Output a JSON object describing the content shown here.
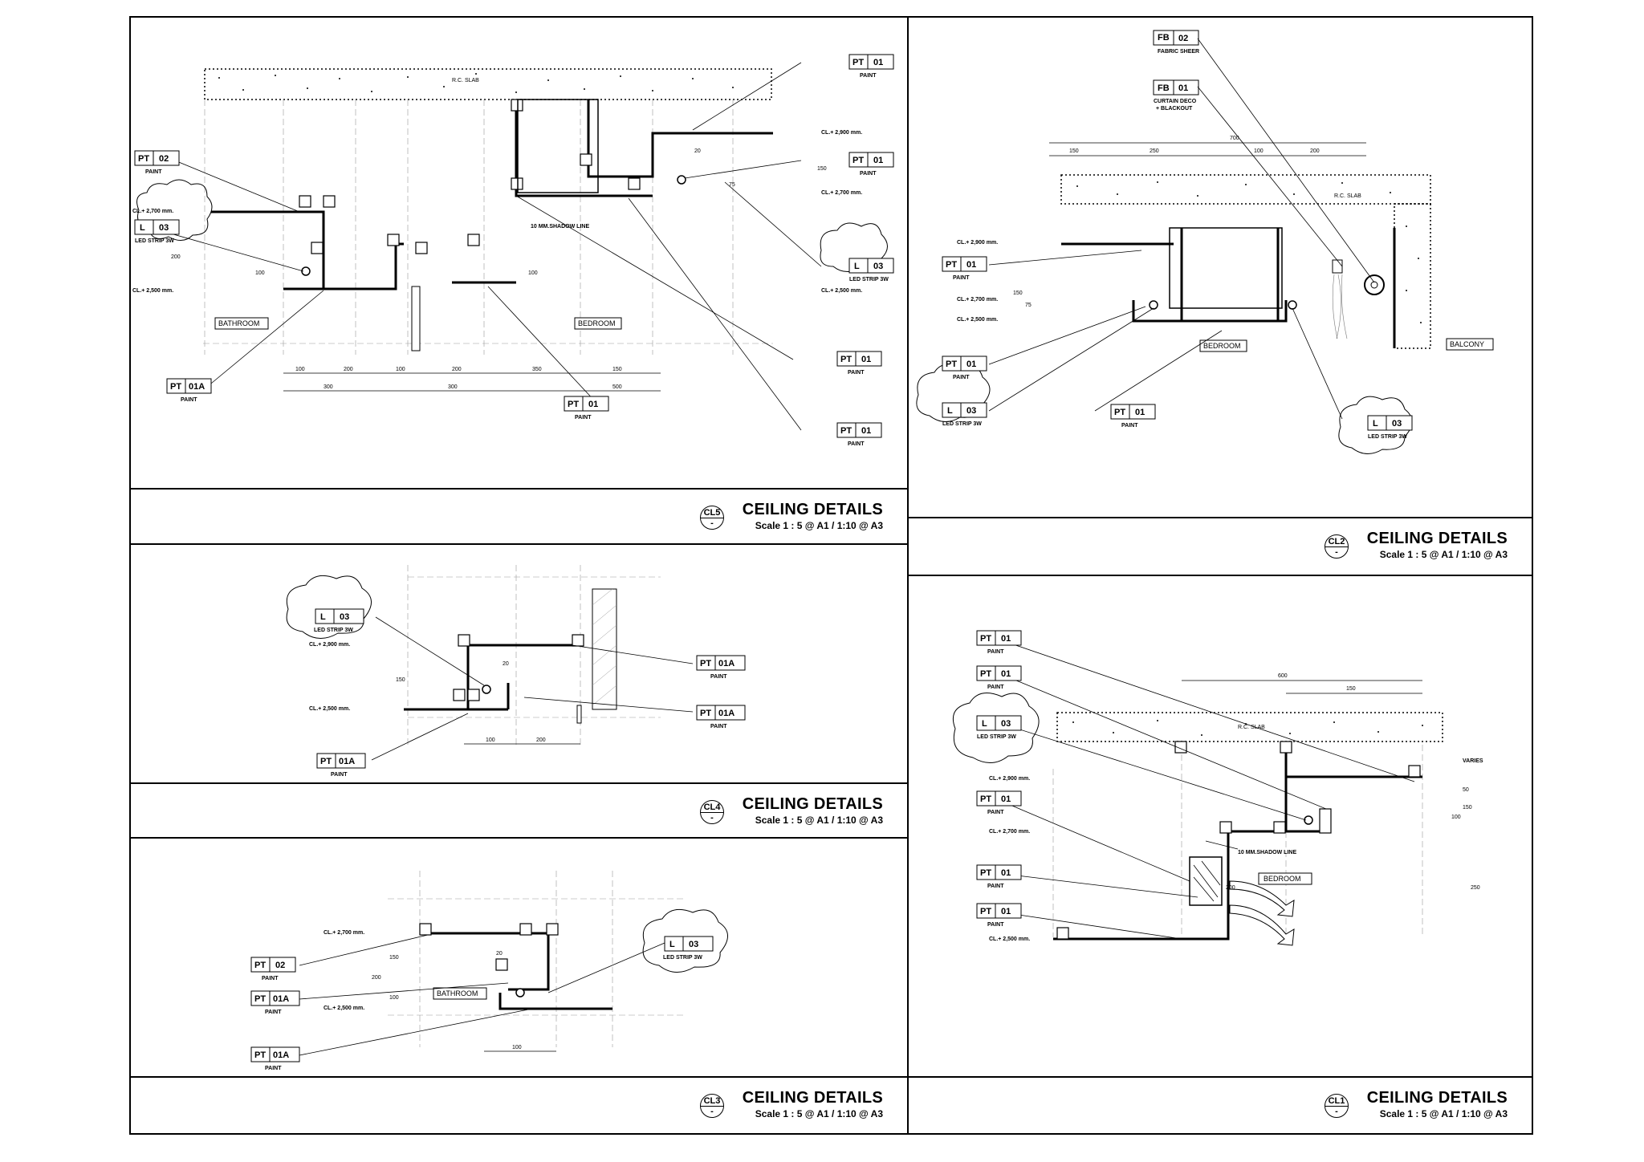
{
  "panels": [
    {
      "id": "cl5",
      "code": "CL5",
      "title": "CEILING DETAILS",
      "scale": "Scale 1 : 5 @ A1 / 1:10 @ A3"
    },
    {
      "id": "cl2",
      "code": "CL2",
      "title": "CEILING DETAILS",
      "scale": "Scale 1 : 5 @ A1 / 1:10 @ A3"
    },
    {
      "id": "cl4",
      "code": "CL4",
      "title": "CEILING DETAILS",
      "scale": "Scale 1 : 5 @ A1 / 1:10 @ A3"
    },
    {
      "id": "cl3",
      "code": "CL3",
      "title": "CEILING DETAILS",
      "scale": "Scale 1 : 5 @ A1 / 1:10 @ A3"
    },
    {
      "id": "cl1",
      "code": "CL1",
      "title": "CEILING DETAILS",
      "scale": "Scale 1 : 5 @ A1 / 1:10 @ A3"
    }
  ],
  "badge_dash": "-",
  "labels": {
    "rc_slab": "R.C. SLAB",
    "bathroom": "BATHROOM",
    "bedroom": "BEDROOM",
    "balcony": "BALCONY",
    "shadow_line": "10 MM.SHADOW LINE",
    "cl_2900": "CL.+ 2,900 mm.",
    "cl_2700": "CL.+ 2,700 mm.",
    "cl_2500": "CL.+ 2,500 mm.",
    "varies": "VARIES"
  },
  "tags": {
    "pt01": {
      "code": "PT",
      "num": "01",
      "desc": "PAINT"
    },
    "pt01a": {
      "code": "PT",
      "num": "01A",
      "desc": "PAINT"
    },
    "pt02": {
      "code": "PT",
      "num": "02",
      "desc": "PAINT"
    },
    "l03": {
      "code": "L",
      "num": "03",
      "desc": "LED STRIP 3W"
    },
    "fb01": {
      "code": "FB",
      "num": "01",
      "desc": "CURTAIN DECO",
      "desc2": "+ BLACKOUT"
    },
    "fb02": {
      "code": "FB",
      "num": "02",
      "desc": "FABRIC SHEER"
    }
  },
  "dims": {
    "cl5_bottom_a": [
      "100",
      "200",
      "100",
      "200",
      "350",
      "150"
    ],
    "cl5_bottom_b": [
      "300",
      "300",
      "500"
    ],
    "cl5_vert": [
      "200",
      "100",
      "100",
      "150",
      "75",
      "20"
    ],
    "cl2_top": [
      "150",
      "250",
      "100",
      "200"
    ],
    "cl2_total": "700",
    "cl2_vert": [
      "150",
      "75"
    ],
    "cl4_bottom": [
      "100",
      "200"
    ],
    "cl4_vert": [
      "150",
      "20"
    ],
    "cl3_vert": [
      "150",
      "200",
      "100",
      "20"
    ],
    "cl3_bottom": "100",
    "cl1_top": [
      "600",
      "150"
    ],
    "cl1_vert": [
      "50",
      "150",
      "100",
      "200",
      "250"
    ]
  }
}
